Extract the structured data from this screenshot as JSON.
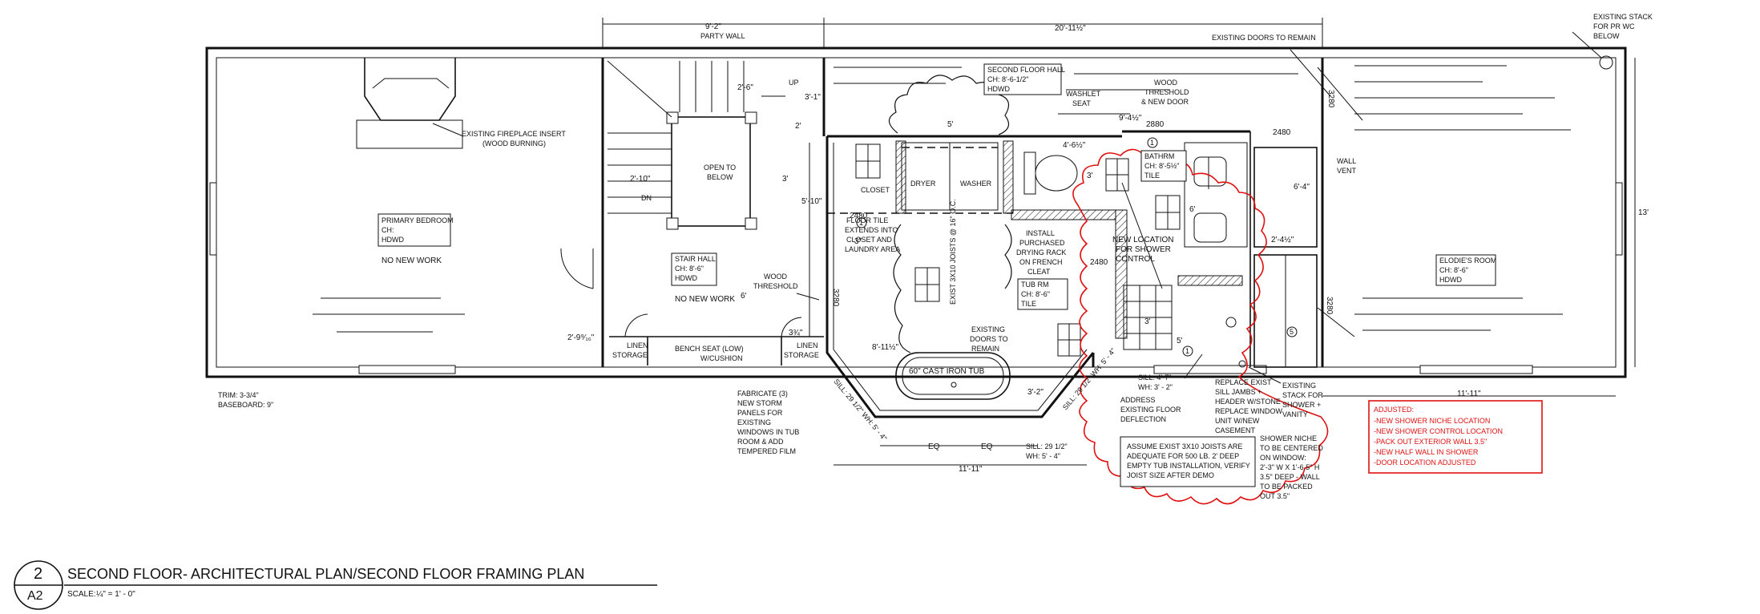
{
  "rooms": {
    "primary_bedroom": {
      "name": "PRIMARY BEDROOM",
      "ch": "CH:",
      "floor": "HDWD",
      "note": "NO NEW WORK"
    },
    "stair_hall": {
      "name": "STAIR HALL",
      "ch": "CH: 8'-6\"",
      "floor": "HDWD",
      "note": "NO NEW WORK"
    },
    "second_floor_hall": {
      "name": "SECOND FLOOR HALL",
      "ch": "CH: 8'-6-1/2\"",
      "floor": "HDWD"
    },
    "bathrm": {
      "name": "BATHRM",
      "ch": "CH: 8'-5½\"",
      "floor": "TILE"
    },
    "tub_rm": {
      "name": "TUB RM",
      "ch": "CH: 8'-6\"",
      "floor": "TILE"
    },
    "elodies_room": {
      "name": "ELODIE'S ROOM",
      "ch": "CH: 8'-6\"",
      "floor": "HDWD"
    }
  },
  "labels": {
    "party_wall": "PARTY WALL",
    "fireplace_1": "EXISTING FIREPLACE INSERT",
    "fireplace_2": "(WOOD BURNING)",
    "up": "UP",
    "dn": "DN",
    "open_1": "OPEN TO",
    "open_2": "BELOW",
    "closet": "CLOSET",
    "dryer": "DRYER",
    "washer": "WASHER",
    "washlet_1": "WASHLET",
    "washlet_2": "SEAT",
    "wood_thresh_door_1": "WOOD",
    "wood_thresh_door_2": "THRESHOLD",
    "wood_thresh_door_3": "& NEW DOOR",
    "existing_doors_top": "EXISTING  DOORS TO REMAIN",
    "stack_pr_1": "EXISTING STACK",
    "stack_pr_2": "FOR PR WC",
    "stack_pr_3": "BELOW",
    "wall_vent_1": "WALL",
    "wall_vent_2": "VENT",
    "wood_thresh_1": "WOOD",
    "wood_thresh_2": "THRESHOLD",
    "floor_tile_1": "FLOOR TILE",
    "floor_tile_2": "EXTENDS INTO",
    "floor_tile_3": "CLOSET AND",
    "floor_tile_4": "LAUNDRY AREA",
    "joists": "EXIST 3X10 JOISTS @ 16\" O.C.",
    "drying_1": "INSTALL",
    "drying_2": "PURCHASED",
    "drying_3": "DRYING RACK",
    "drying_4": "ON FRENCH",
    "drying_5": "CLEAT",
    "new_loc_1": "NEW LOCATION",
    "new_loc_2": "FOR SHOWER",
    "new_loc_3": "CONTROL",
    "exist_doors_1": "EXISTING",
    "exist_doors_2": "DOORS TO",
    "exist_doors_3": "REMAIN",
    "tub": "60\" CAST IRON TUB",
    "linen_1": "LINEN",
    "linen_2": "STORAGE",
    "bench_1": "BENCH SEAT (LOW)",
    "bench_2": "W/CUSHION",
    "trim": "TRIM: 3-3/4\"",
    "baseboard": "BASEBOARD: 9\"",
    "storm_1": "FABRICATE (3)",
    "storm_2": "NEW STORM",
    "storm_3": "PANELS FOR",
    "storm_4": "EXISTING",
    "storm_5": "WINDOWS IN TUB",
    "storm_6": "ROOM & ADD",
    "storm_7": "TEMPERED FILM",
    "sill_a_1": "SILL: 4'-7\"",
    "sill_a_2": "WH: 3' - 2\"",
    "address_1": "ADDRESS",
    "address_2": "EXISTING FLOOR",
    "address_3": "DEFLECTION",
    "replace_1": "REPLACE EXIST",
    "replace_2": "SILL JAMBS +",
    "replace_3": "HEADER W/STONE",
    "replace_4": "REPLACE WINDOW",
    "replace_5": "UNIT W/NEW",
    "replace_6": "CASEMENT",
    "stack_v_1": "EXISTING",
    "stack_v_2": "STACK FOR",
    "stack_v_3": "SHOWER +",
    "stack_v_4": "VANITY",
    "niche_1": "SHOWER NICHE",
    "niche_2": "TO BE CENTERED",
    "niche_3": "ON WINDOW:",
    "niche_4": "2'-3\" W X 1'-6.5\" H",
    "niche_5": "3.5\" DEEP - WALL",
    "niche_6": "TO BE PACKED",
    "niche_7": "OUT 3.5\"",
    "assume_1": "ASSUME EXIST 3X10 JOISTS ARE",
    "assume_2": "ADEQUATE FOR 500 LB. 2' DEEP",
    "assume_3": "EMPTY TUB INSTALLATION, VERIFY",
    "assume_4": "JOIST SIZE AFTER DEMO",
    "sill_b_1": "SILL: 29 1/2\"",
    "sill_b_2": "WH: 5' - 4\"",
    "sill_diag_l": "SILL: 29 1/2\"  WH: 5' - 4\"",
    "sill_diag_r": "SILL: 29 1/2\"  WH: 5' - 4\""
  },
  "adjusted": {
    "title": "ADJUSTED:",
    "items": [
      "-NEW SHOWER NICHE LOCATION",
      "-NEW SHOWER CONTROL LOCATION",
      "-PACK OUT EXTERIOR WALL 3.5\"",
      "-NEW HALF WALL IN SHOWER",
      "-DOOR LOCATION ADJUSTED"
    ],
    "color": "#e01010"
  },
  "dimensions": {
    "d_9_2": "9'-2\"",
    "d_20_11": "20'-11½\"",
    "d_2_6": "2'-6\"",
    "d_3_1": "3'-1\"",
    "d_2": "2'",
    "d_2_10": "2'-10\"",
    "d_3a": "3'",
    "d_5_10": "5'-10\"",
    "d_6a": "6'",
    "d_5": "5'",
    "d_4_6": "4'-6½\"",
    "d_3b": "3'",
    "d_9_4": "9'-4½\"",
    "d_2880": "2880",
    "d_2480a": "2480",
    "d_2480b": "2480",
    "d_2480c": "2480",
    "d_3280a": "3280",
    "d_3280b": "3280",
    "d_3280c": "3280",
    "d_6b": "6'",
    "d_6_4": "6'-4\"",
    "d_2_4": "2'-4½\"",
    "d_13": "13'",
    "d_11_11a": "11'-11\"",
    "d_11_11b": "11'-11\"",
    "d_8_11": "8'-11½\"",
    "d_3_2": "3'-2\"",
    "d_5b": "5'",
    "d_3c": "3'",
    "d_3c2": "3\"",
    "d_2_9": "2'-9⁹⁄₁₆\"",
    "d_3_4": "3¾\"",
    "d_eq1": "EQ",
    "d_eq2": "EQ"
  },
  "tags": {
    "t1": "1",
    "t2": "1",
    "t3": "1",
    "t4": "5"
  },
  "title_block": {
    "number": "2",
    "sheet": "A2",
    "title": "SECOND FLOOR- ARCHITECTURAL PLAN/SECOND FLOOR FRAMING PLAN",
    "scale_prefix": "SCALE:",
    "scale_value": "¼\" = 1' - 0\""
  }
}
